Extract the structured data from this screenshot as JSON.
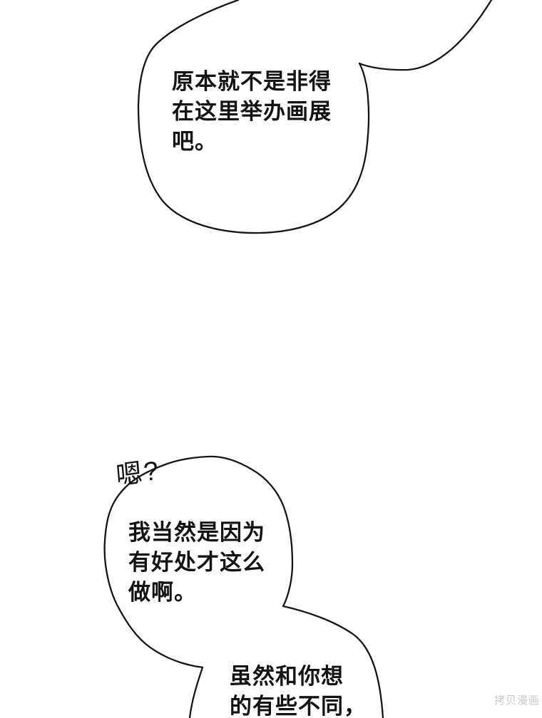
{
  "page": {
    "background_color": "#ffffff",
    "outline_color": "#161616",
    "text_color": "#131313"
  },
  "bubbles": {
    "top": {
      "lines": [
        "原本就不是非得",
        "在这里举办画展",
        "吧。"
      ]
    },
    "middle": {
      "interjection": "嗯?",
      "lines": [
        "我当然是因为",
        "有好处才这么",
        "做啊。"
      ]
    },
    "bottom": {
      "lines": [
        "虽然和你想",
        "的有些不同，"
      ]
    }
  },
  "watermark": {
    "text": "拷贝漫画",
    "color": "#c9c9c9"
  }
}
